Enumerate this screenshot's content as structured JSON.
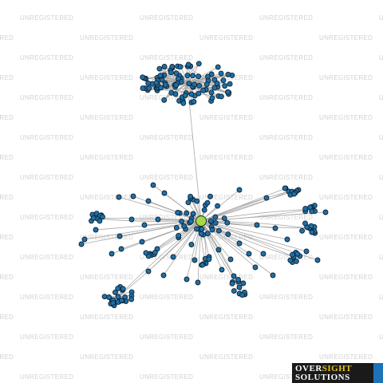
{
  "watermark": {
    "text": "UNREGISTERED"
  },
  "logo": {
    "word1": "OVER",
    "word2": "SIGHT",
    "word3": "SOLUTIONS"
  },
  "colors": {
    "node": "#1f6fa6",
    "node_stroke": "#0d2233",
    "center_node": "#a6d846",
    "edge": "#a8a8a8",
    "watermark": "#d3d3d3"
  }
}
